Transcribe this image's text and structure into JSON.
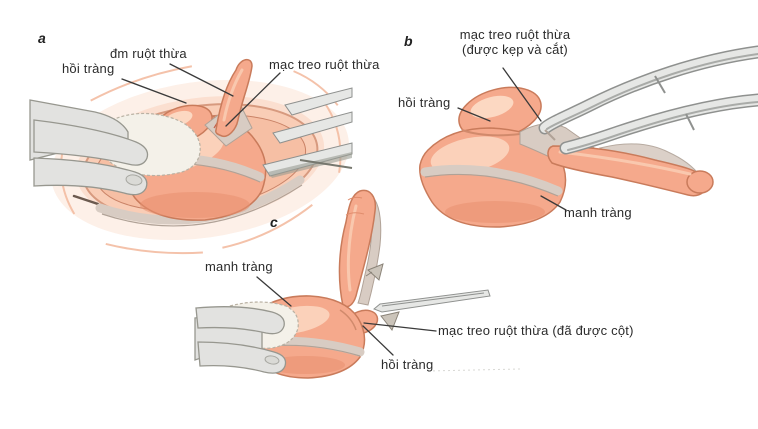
{
  "figure": {
    "description": "Three-step appendectomy surgical illustration",
    "colors": {
      "bowel": "#f5a98c",
      "bowel_highlight": "#fcd8c2",
      "bowel_shade": "#e78f70",
      "bowel_outline": "#c97b5b",
      "tissue_gray": "#d8ccc3",
      "tissue_edge": "#b0a297",
      "glove": "#e2e2e0",
      "glove_edge": "#97978f",
      "gauze": "#f4f1e9",
      "gauze_edge": "#b9b1a3",
      "instrument": "#e6e7e5",
      "instrument_line": "#8f918f",
      "streak": "#f3bba1",
      "line": "#3a3a3a",
      "label": "#2b2b2b"
    },
    "panels": {
      "a": {
        "letter": "a",
        "labels": {
          "artery": {
            "text": "đm ruột thừa"
          },
          "ileum": {
            "text": "hồi tràng"
          },
          "mesoappendix": {
            "text": "mạc treo ruột thừa"
          }
        }
      },
      "b": {
        "letter": "b",
        "labels": {
          "mesoappendix_line1": {
            "text": "mạc treo ruột thừa"
          },
          "mesoappendix_line2": {
            "text": "(được kẹp và cắt)"
          },
          "ileum": {
            "text": "hồi tràng"
          },
          "cecum": {
            "text": "manh tràng"
          }
        }
      },
      "c": {
        "letter": "c",
        "labels": {
          "cecum": {
            "text": "manh tràng"
          },
          "mesoappendix": {
            "text": "mạc treo ruột thừa (đã được cột)"
          },
          "ileum": {
            "text": "hồi tràng"
          }
        }
      }
    }
  }
}
